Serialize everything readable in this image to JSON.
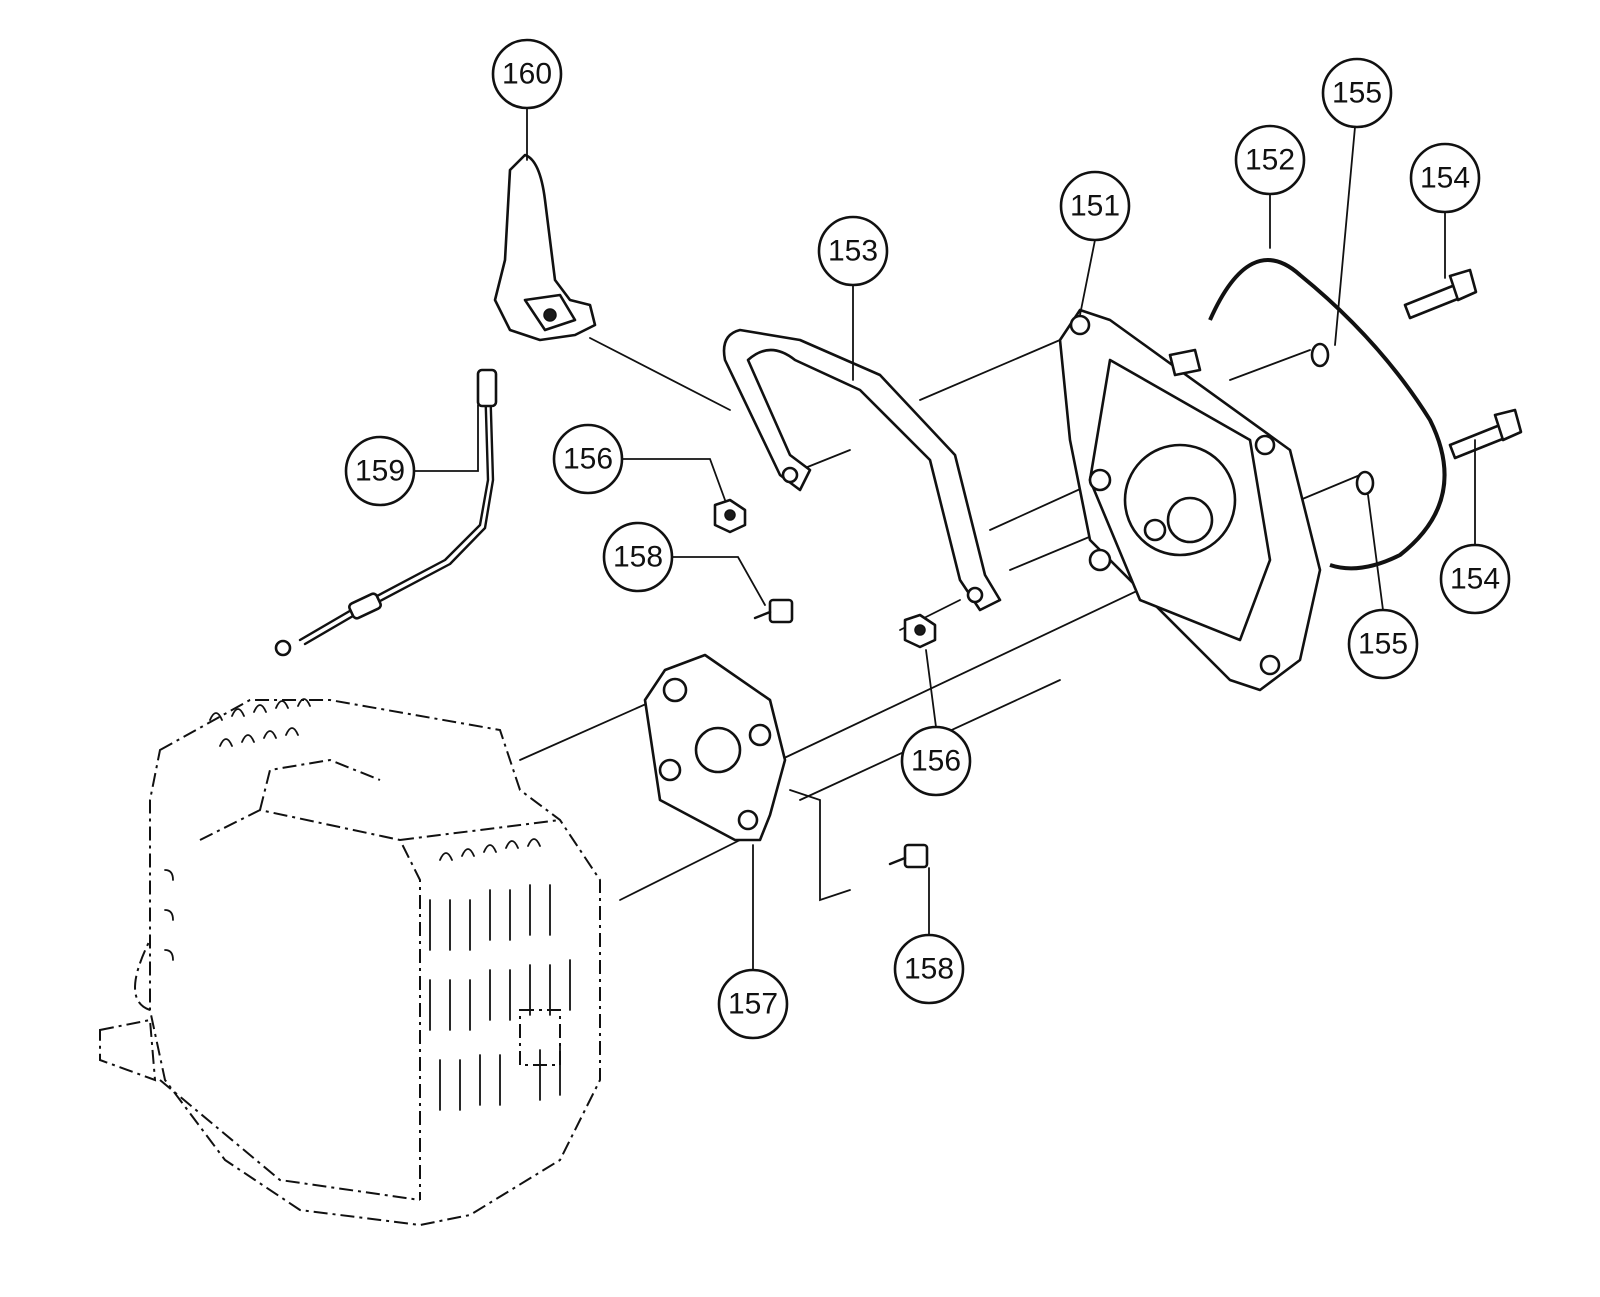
{
  "callouts": [
    {
      "id": "c160",
      "label": "160"
    },
    {
      "id": "c153",
      "label": "153"
    },
    {
      "id": "c151",
      "label": "151"
    },
    {
      "id": "c152",
      "label": "152"
    },
    {
      "id": "c155a",
      "label": "155"
    },
    {
      "id": "c154a",
      "label": "154"
    },
    {
      "id": "c159",
      "label": "159"
    },
    {
      "id": "c156a",
      "label": "156"
    },
    {
      "id": "c158a",
      "label": "158"
    },
    {
      "id": "c154b",
      "label": "154"
    },
    {
      "id": "c155b",
      "label": "155"
    },
    {
      "id": "c156b",
      "label": "156"
    },
    {
      "id": "c157",
      "label": "157"
    },
    {
      "id": "c158b",
      "label": "158"
    }
  ],
  "colors": {
    "ink": "#111111",
    "paper": "#ffffff"
  }
}
